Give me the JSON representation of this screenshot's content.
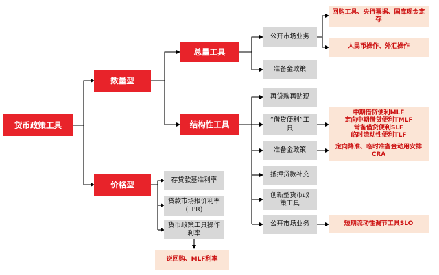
{
  "colors": {
    "accent_red": "#e8232a",
    "gray_box": "#d8d8d8",
    "peach_box": "#fbe5d6",
    "peach_text": "#cc1010",
    "connector": "#000000"
  },
  "root": {
    "label": "货币政策工具"
  },
  "level1": {
    "quantity": {
      "label": "数量型"
    },
    "price": {
      "label": "价格型"
    }
  },
  "level2": {
    "total": {
      "label": "总量工具"
    },
    "structural": {
      "label": "结构性工具"
    }
  },
  "total_children": {
    "open_market": {
      "label": "公开市场业务"
    },
    "reserve": {
      "label": "准备金政策"
    }
  },
  "open_market_details": [
    {
      "label": "回购工具、央行票据、国库现金定存"
    },
    {
      "label": "人民币操作、外汇操作"
    }
  ],
  "structural_children": {
    "relending": {
      "label": "再贷款再贴现"
    },
    "lending_facility": {
      "label": "“借贷便利”工具"
    },
    "reserve": {
      "label": "准备金政策"
    },
    "psl": {
      "label": "抵押贷款补充"
    },
    "innovative": {
      "label": "创新型货币政策工具"
    },
    "open_market": {
      "label": "公开市场业务"
    }
  },
  "lending_facility_details": [
    "中期借贷便利MLF",
    "定向中期借贷便利TMLF",
    "常备借贷便利SLF",
    "临时流动性便利TLF"
  ],
  "reserve_detail": {
    "label": "定向降准、临时准备金动用安排CRA"
  },
  "slo_detail": {
    "label": "短期流动性调节工具SLO"
  },
  "price_children": [
    {
      "label": "存贷款基准利率"
    },
    {
      "label": "贷款市场报价利率(LPR)"
    },
    {
      "label": "货币政策工具操作利率"
    }
  ],
  "price_detail": {
    "label": "逆回购、MLF利率"
  }
}
